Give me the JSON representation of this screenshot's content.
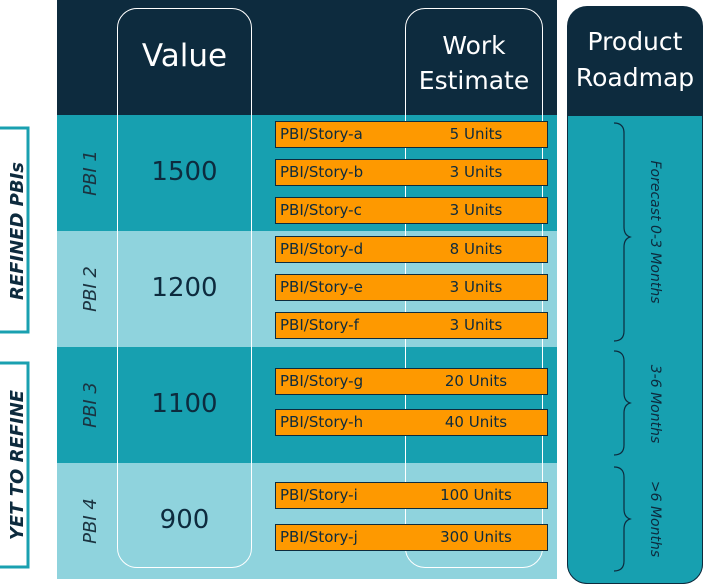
{
  "headers": {
    "value": "Value",
    "work_estimate_line1": "Work",
    "work_estimate_line2": "Estimate",
    "roadmap_line1": "Product",
    "roadmap_line2": "Roadmap"
  },
  "side_groups": [
    {
      "label": "REFINED PBIs"
    },
    {
      "label": "YET TO REFINE"
    }
  ],
  "pbis": [
    {
      "label": "PBI 1",
      "value": "1500",
      "stories": [
        {
          "name": "PBI/Story-a",
          "units": "5 Units"
        },
        {
          "name": "PBI/Story-b",
          "units": "3 Units"
        },
        {
          "name": "PBI/Story-c",
          "units": "3 Units"
        }
      ]
    },
    {
      "label": "PBI 2",
      "value": "1200",
      "stories": [
        {
          "name": "PBI/Story-d",
          "units": "8 Units"
        },
        {
          "name": "PBI/Story-e",
          "units": "3 Units"
        },
        {
          "name": "PBI/Story-f",
          "units": "3 Units"
        }
      ]
    },
    {
      "label": "PBI 3",
      "value": "1100",
      "stories": [
        {
          "name": "PBI/Story-g",
          "units": "20 Units"
        },
        {
          "name": "PBI/Story-h",
          "units": "40 Units"
        }
      ]
    },
    {
      "label": "PBI 4",
      "value": "900",
      "stories": [
        {
          "name": "PBI/Story-i",
          "units": "100 Units"
        },
        {
          "name": "PBI/Story-j",
          "units": "300 Units"
        }
      ]
    }
  ],
  "roadmap_ranges": [
    {
      "label": "Forecast 0-3 Months"
    },
    {
      "label": "3-6 Months"
    },
    {
      "label": ">6 Months"
    }
  ],
  "colors": {
    "dark_navy": "#0d2b3e",
    "teal": "#17a0b0",
    "light_teal": "#8fd3dd",
    "story_orange": "#fe9900"
  }
}
